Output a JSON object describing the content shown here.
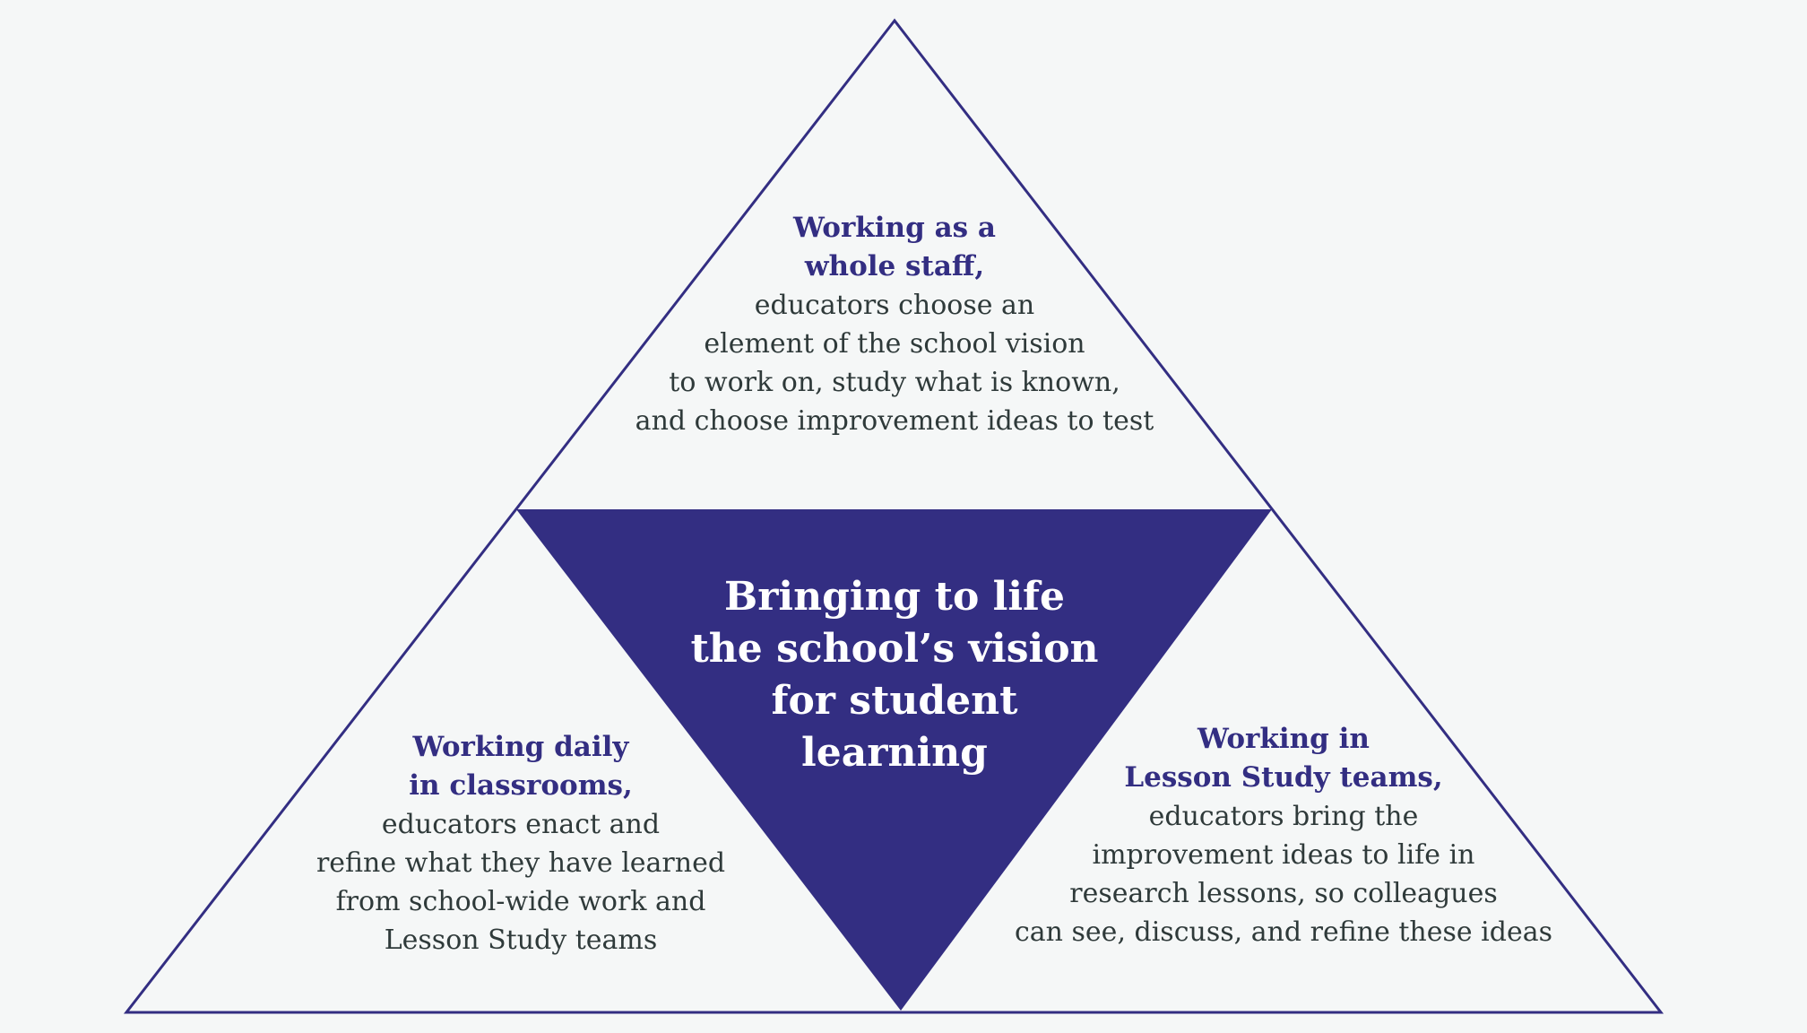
{
  "colors": {
    "accent": "#332e82",
    "text": "#2f3a3a",
    "background": "#f5f7f7"
  },
  "center": {
    "lines": [
      "Bringing to life",
      "the school’s vision",
      "for student",
      "learning"
    ]
  },
  "top": {
    "heading": [
      "Working as a",
      "whole staff,"
    ],
    "body": [
      "educators choose an",
      "element of the school vision",
      "to work on, study what is known,",
      "and choose improvement ideas to test"
    ]
  },
  "left": {
    "heading": [
      "Working daily",
      "in classrooms,"
    ],
    "body": [
      "educators enact and",
      "refine what they have learned",
      "from school-wide work and",
      "Lesson Study teams"
    ]
  },
  "right": {
    "heading": [
      "Working in",
      "Lesson Study teams,"
    ],
    "body": [
      "educators bring the",
      "improvement ideas to life in",
      "research lessons, so colleagues",
      "can see, discuss, and refine these ideas"
    ]
  }
}
